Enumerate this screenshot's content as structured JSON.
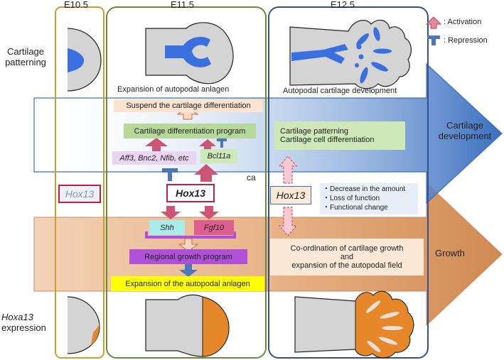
{
  "stages": {
    "e105": "E10.5",
    "e115": "E11.5",
    "e125": "E12.5"
  },
  "rows": {
    "cartilage_patterning": [
      "Cartilage",
      "patterning"
    ],
    "hoxa13_expression": [
      "Hoxa13",
      "expression"
    ]
  },
  "legend": {
    "activation": ": Activation",
    "repression": ": Repression"
  },
  "captions": {
    "e115": "Expansion of autopodal anlagen",
    "e125": "Autopodal cartilage development"
  },
  "arrows": {
    "cartilage_development": [
      "Cartilage",
      "development"
    ],
    "growth": "Growth"
  },
  "network": {
    "suspend": "Suspend the cartilage differentiation",
    "program": "Cartilage differentiation program",
    "targets": "Aff3, Bnc2, Nfib, etc",
    "bcl11a": "Bcl11a",
    "ca": "ca",
    "hox13": "Hox13",
    "shh": "Shh",
    "fgf10": "Fgf10",
    "regional": "Regional growth program",
    "expansion": "Expansion of the autopodal anlagen"
  },
  "e105_hox13": "Hox13",
  "e125_network": {
    "patterning": [
      "Cartilage patterning",
      "Cartilage cell differentiation"
    ],
    "hox13": "Hox13",
    "changes": [
      "・Decrease in the amount",
      "・Loss of function",
      "・Functional change"
    ],
    "coordination": [
      "Co-ordination of cartilage growth",
      "and",
      "expansion of the autopodal field"
    ]
  },
  "colors": {
    "activation": "#cc5577",
    "repression": "#4a78b8",
    "orange": "#e6882a",
    "cartilage_blue": "#3a6fe0",
    "cartilage_arrow": "#3a6fc0",
    "growth_arrow": "#d08a50",
    "e105_frame": "#c8a030",
    "e115_frame": "#6a8a3a",
    "e125_frame": "#34508e",
    "purple": "#b050d8",
    "yellow": "#ffff00"
  }
}
